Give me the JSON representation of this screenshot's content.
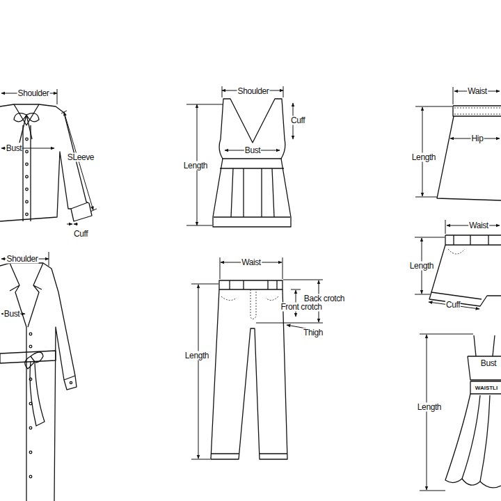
{
  "diagram": {
    "labels": [
      "Shoulder",
      "Bust",
      "SLeeve",
      "Cuff",
      "Shoulder",
      "Cuff",
      "Bust",
      "Length",
      "Waist",
      "Hip",
      "Length",
      "Shoulder",
      "Bust",
      "Waist",
      "Back crotch",
      "Front crotch",
      "Thigh",
      "Length",
      "Waist",
      "Length",
      "Cuff",
      "Bust",
      "WAISTLI",
      "Length"
    ]
  }
}
